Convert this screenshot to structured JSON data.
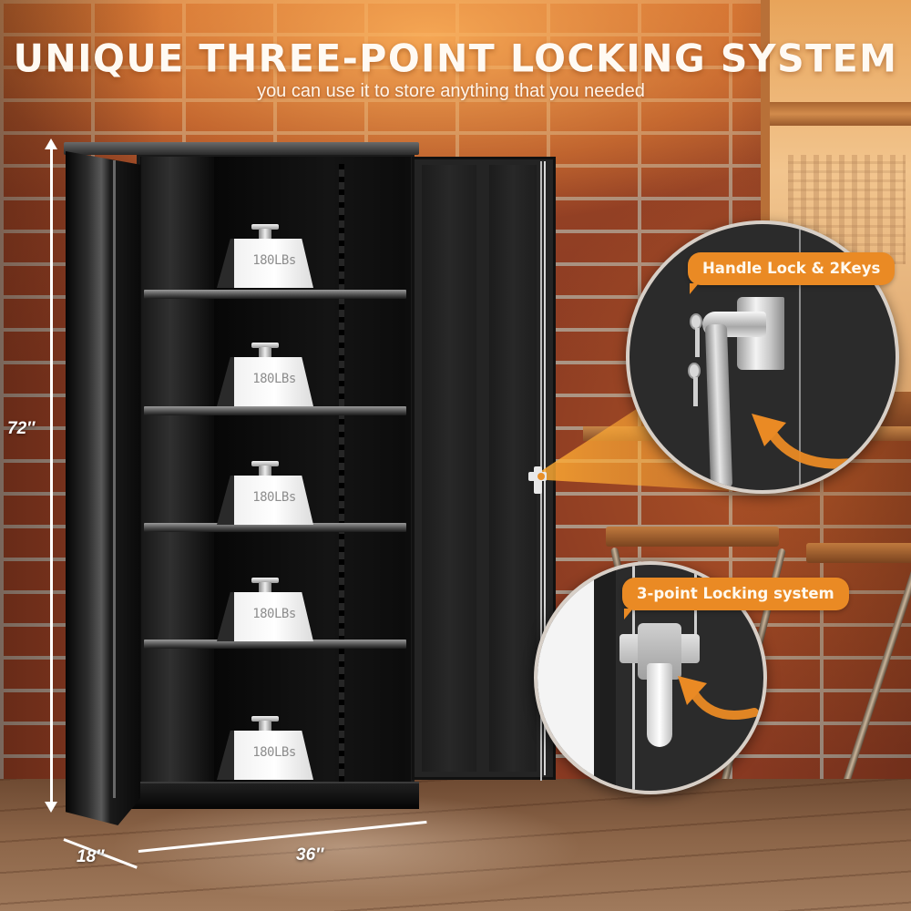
{
  "headline": {
    "title": "UNIQUE THREE-POINT LOCKING SYSTEM",
    "subtitle": "you can use it to store anything that you needed"
  },
  "product": {
    "type": "metal storage cabinet",
    "color": "#0d0d0d",
    "shelves": 5,
    "weights": [
      {
        "label": "180LBs"
      },
      {
        "label": "180LBs"
      },
      {
        "label": "180LBs"
      },
      {
        "label": "180LBs"
      },
      {
        "label": "180LBs"
      }
    ]
  },
  "dimensions": {
    "height": "72″",
    "depth": "18″",
    "width": "36″"
  },
  "callouts": [
    {
      "label": "Handle Lock & 2Keys",
      "icon": "handle-lock-icon"
    },
    {
      "label": "3-point Locking system",
      "icon": "latch-lock-icon"
    }
  ],
  "colors": {
    "accent": "#ea8a24",
    "headline_text": "#fffaf3",
    "cabinet": "#0d0d0d",
    "circle_border": "#d7cfc7"
  }
}
